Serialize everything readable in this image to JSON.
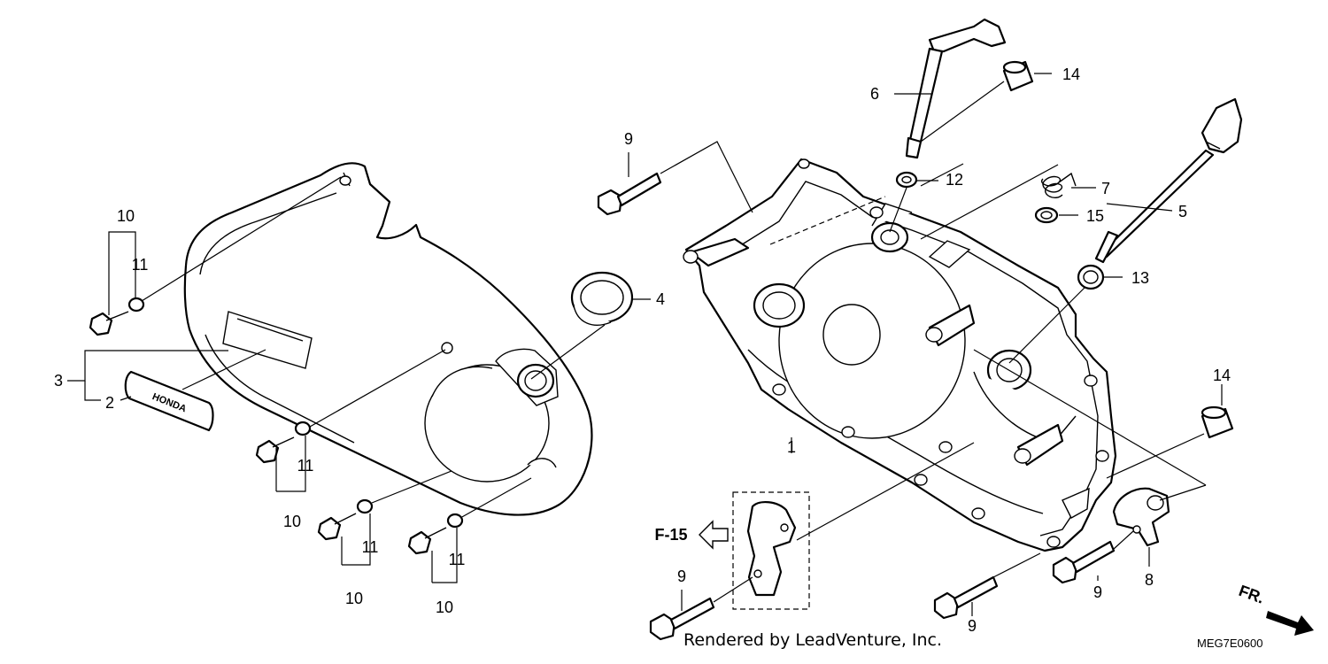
{
  "diagram": {
    "callouts": {
      "p1": "1",
      "p2": "2",
      "p3": "3",
      "p4": "4",
      "p5": "5",
      "p6": "6",
      "p7": "7",
      "p8": "8",
      "p9": "9",
      "p10": "10",
      "p11": "11",
      "p12": "12",
      "p13": "13",
      "p14": "14",
      "p15": "15"
    },
    "reference_box": "F-15",
    "direction_label": "FR.",
    "badge_lettering": "HONDA",
    "credit": "Rendered by LeadVenture, Inc.",
    "diagram_code": "MEG7E0600"
  }
}
